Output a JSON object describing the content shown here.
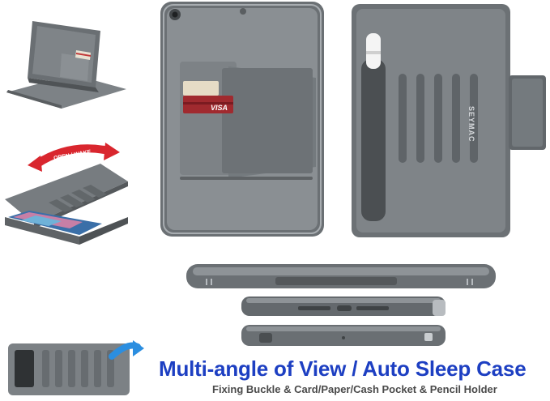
{
  "headline": "Multi-angle of View / Auto Sleep Case",
  "subline": "Fixing Buckle & Card/Paper/Cash Pocket & Pencil Holder",
  "brand": "SEYMAC",
  "open_wake_label": "OPEN / WAKE",
  "card_brand": "VISA",
  "colors": {
    "headline": "#1d3fc2",
    "case": "#6e7377",
    "arrow_red": "#d9262e",
    "arrow_blue": "#2b8ee0"
  },
  "icons": [
    "camera-hole-icon",
    "apple-pencil-icon",
    "credit-card-icon",
    "open-wake-arrow-icon",
    "sleep-arrow-icon"
  ]
}
